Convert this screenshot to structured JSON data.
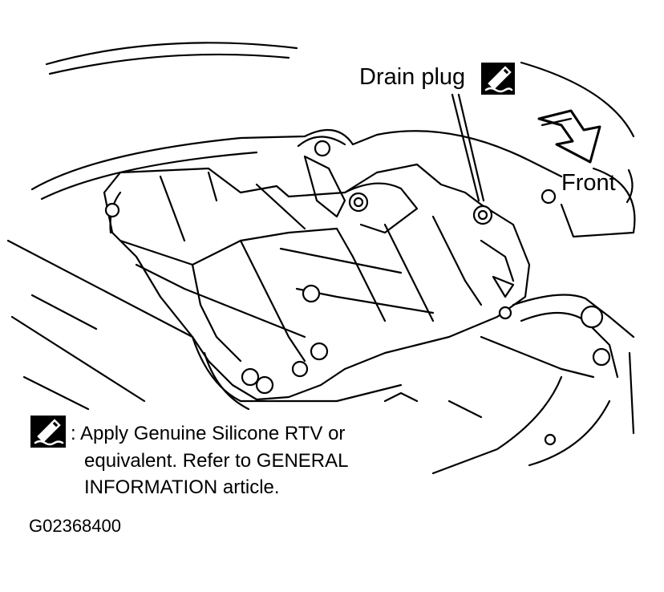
{
  "callouts": {
    "drain_plug": "Drain plug",
    "front": "Front"
  },
  "legend": {
    "icon": "sealant-tube-icon",
    "line1": ": Apply Genuine Silicone RTV or",
    "line2": "equivalent. Refer to GENERAL",
    "line3": "INFORMATION article."
  },
  "figure_code": "G02368400",
  "colors": {
    "ink": "#000000",
    "paper": "#ffffff"
  }
}
